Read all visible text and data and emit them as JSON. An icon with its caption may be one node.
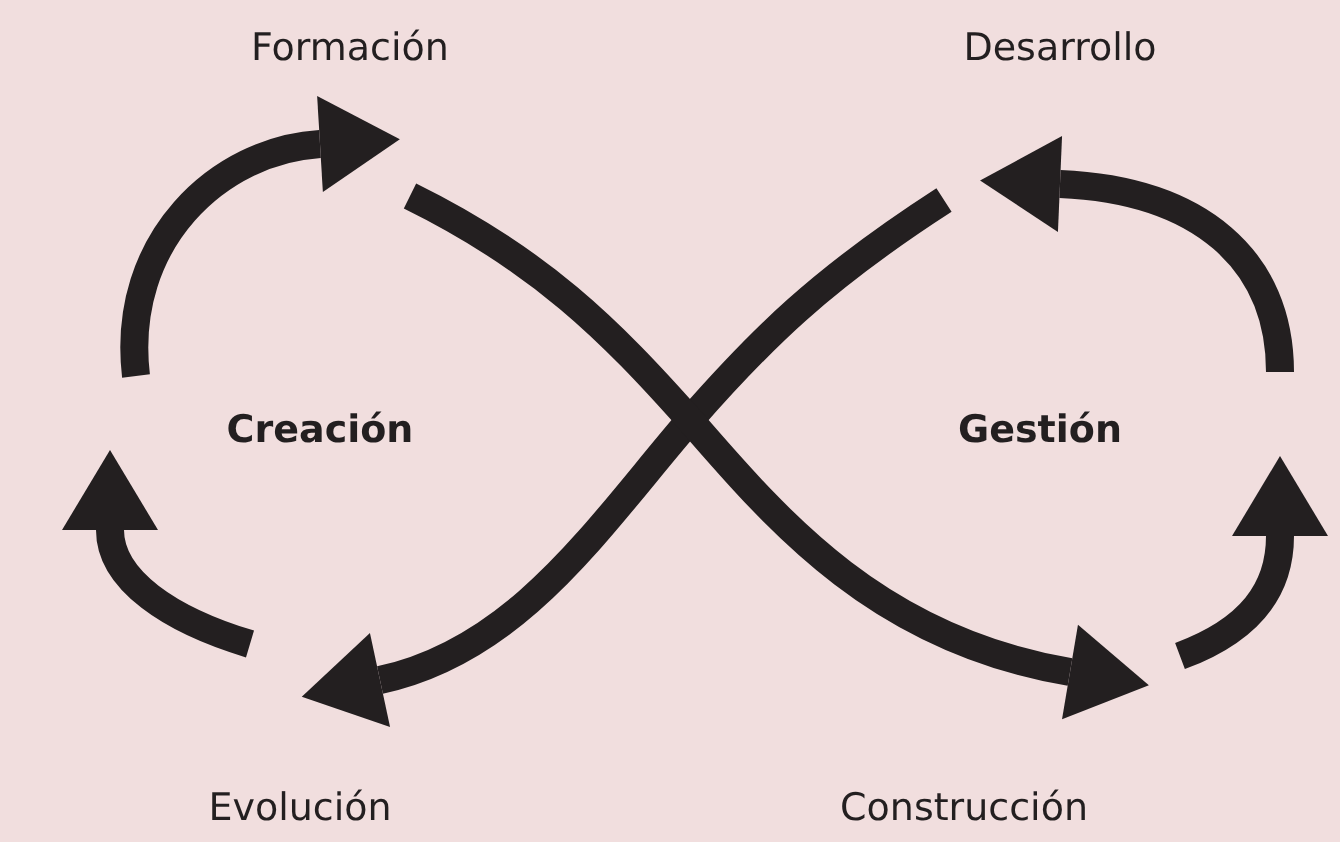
{
  "diagram": {
    "labels": [
      "Formación",
      "Desarrollo",
      "Creación",
      "Gestión",
      "Evolución",
      "Construcción"
    ]
  }
}
